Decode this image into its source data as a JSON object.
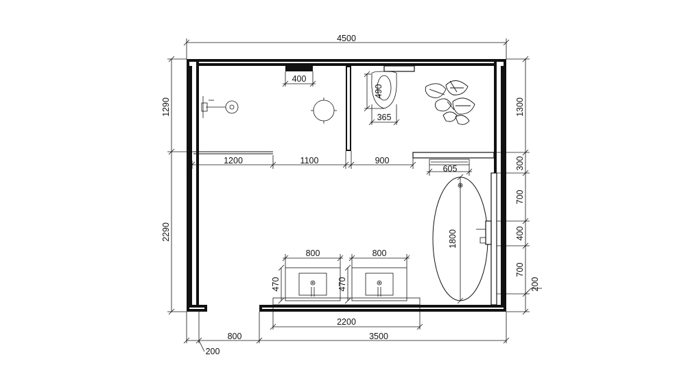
{
  "plan": {
    "overall_width": "4500",
    "bottom_left_opening": "800",
    "bottom_right_wall": "3500",
    "bottom_wall_thickness": "200",
    "right_wall_thickness": "200",
    "left_upper_height": "1290",
    "left_lower_height": "2290",
    "right_top_height": "1300",
    "right_seg_300": "300",
    "right_seg_700a": "700",
    "right_seg_400": "400",
    "right_seg_700b": "700",
    "partition_1200": "1200",
    "partition_1100": "1100",
    "partition_900": "900",
    "vanity_width": "2200",
    "sink1_width": "800",
    "sink2_width": "800",
    "sink1_depth": "470",
    "sink2_depth": "470",
    "tub_length": "1800",
    "tub_fixture": "605",
    "shower_fixture": "400",
    "wc_depth": "490",
    "wc_width": "365"
  },
  "icons": [
    "shower-head-icon",
    "stool-icon",
    "toilet-icon",
    "plant-icon",
    "bathtub-icon",
    "sink-icon",
    "faucet-icon"
  ]
}
